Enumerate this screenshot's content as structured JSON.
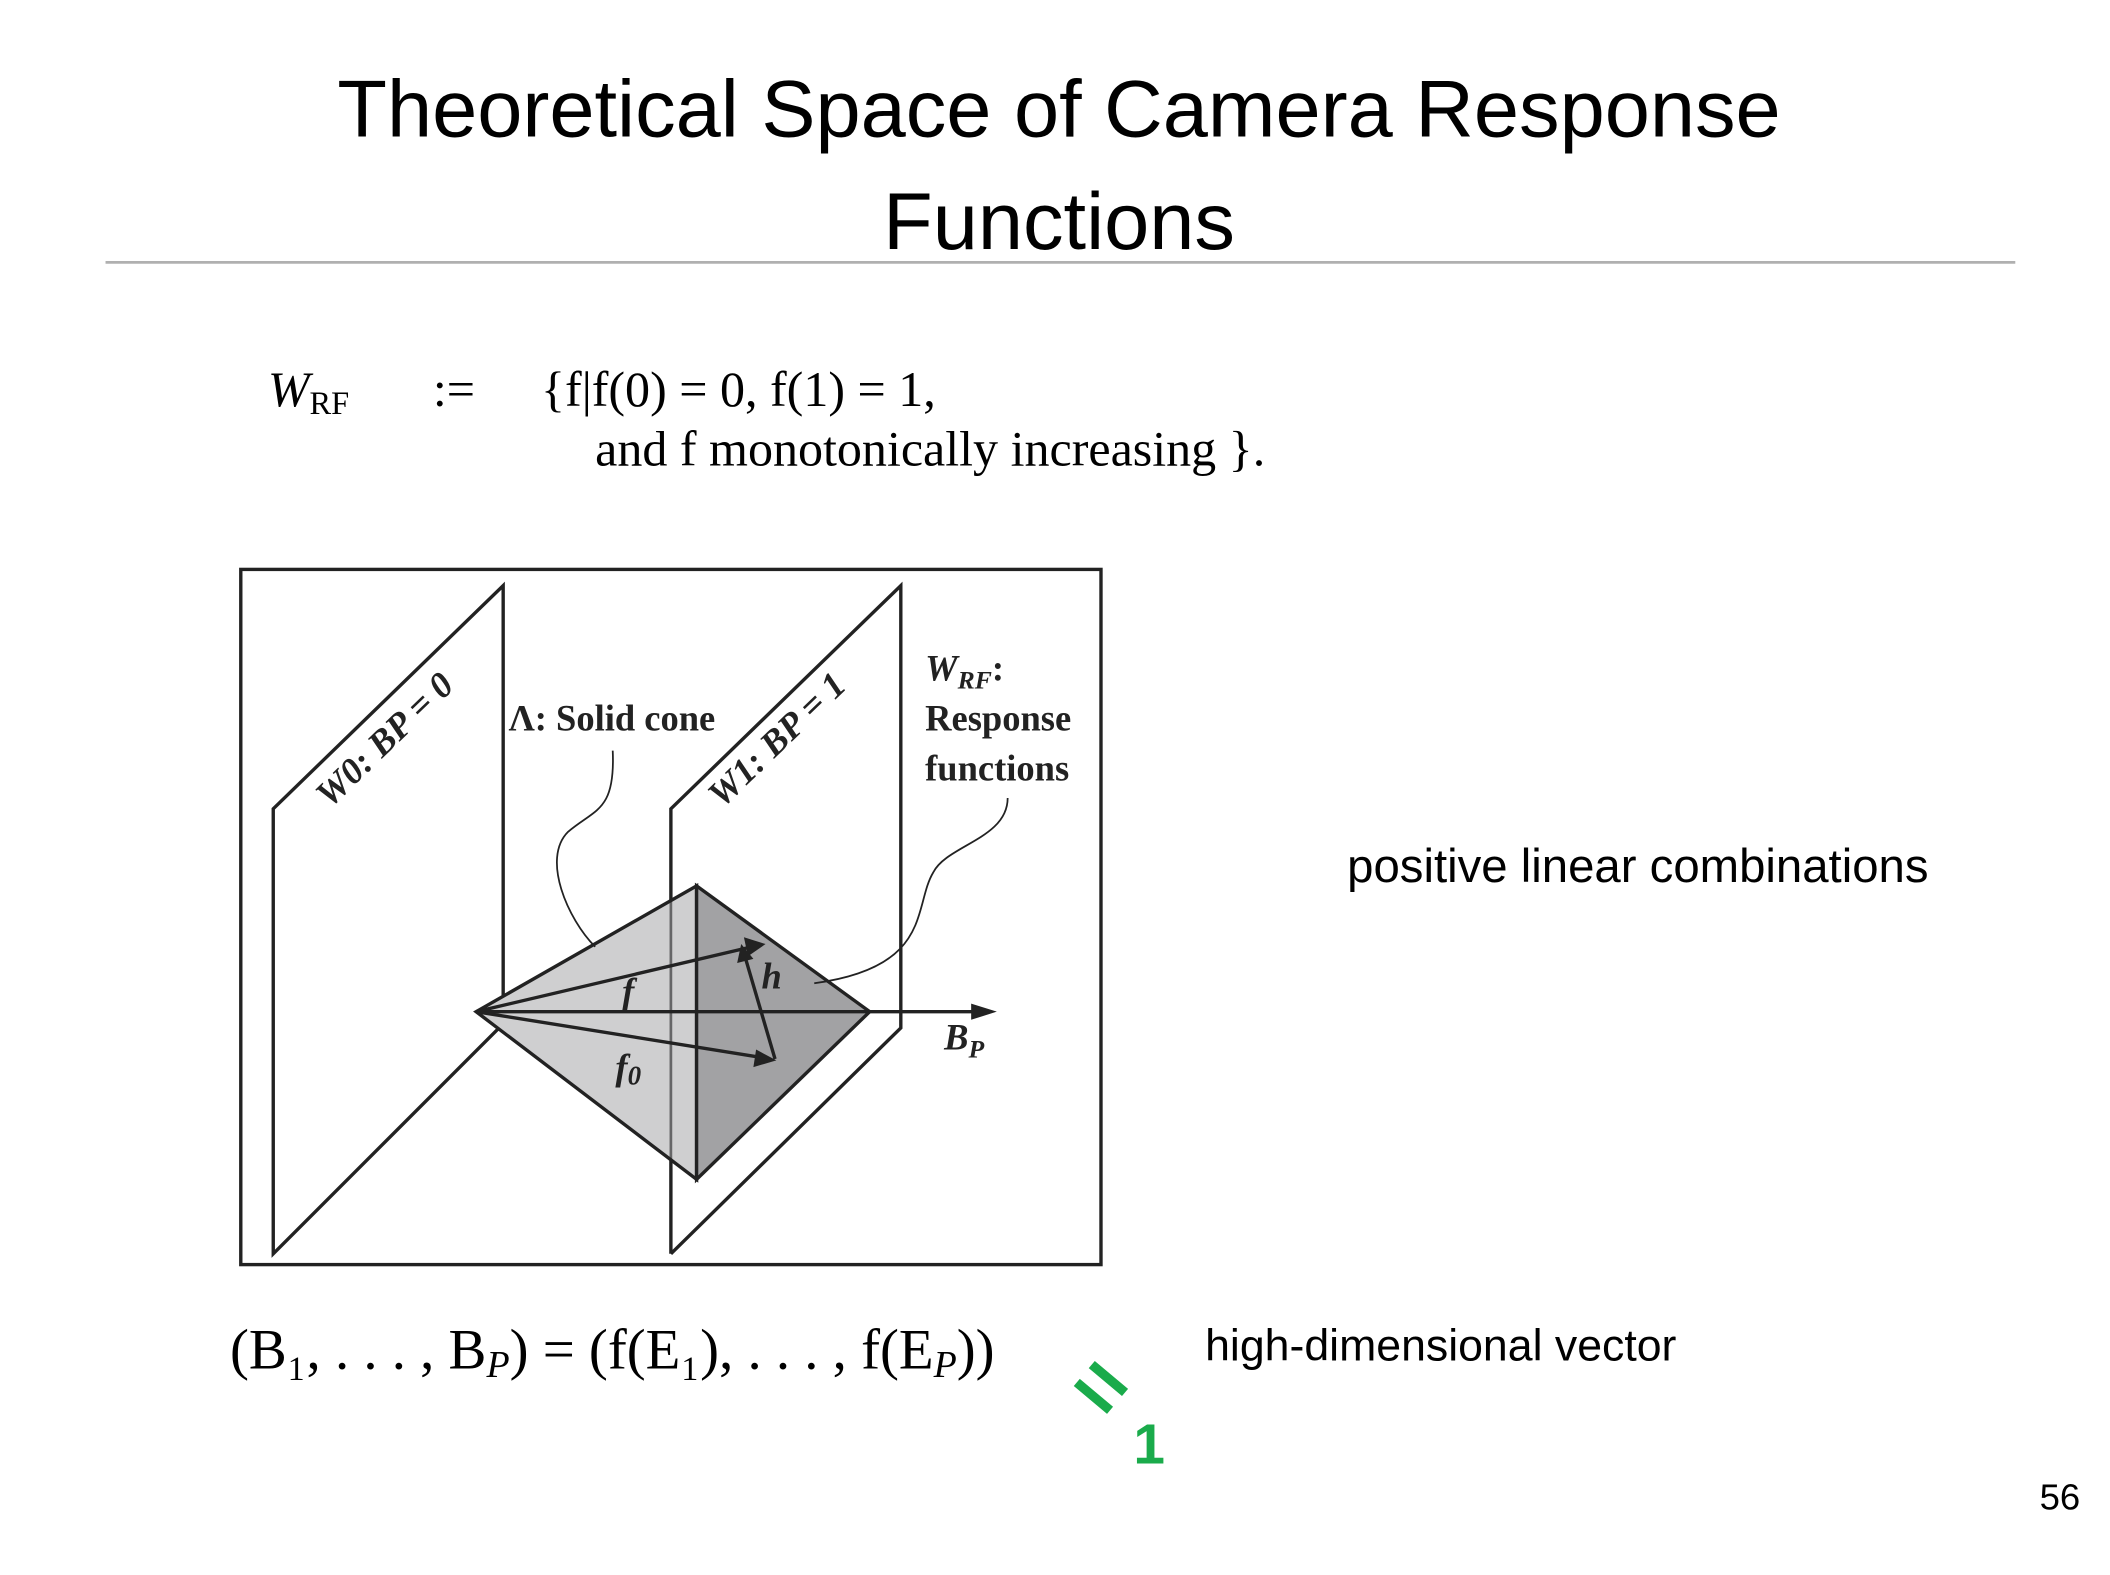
{
  "slide": {
    "title_line1": "Theoretical Space of Camera Response",
    "title_line2": "Functions",
    "page_number": "56"
  },
  "definition": {
    "lhs": "W",
    "lhs_sub": "RF",
    "assign": ":=",
    "line1": "{f|f(0) = 0, f(1) = 1,",
    "line2": "and f monotonically increasing }."
  },
  "diagram": {
    "plane0_label": "W0: BP = 0",
    "plane1_label": "W1: BP = 1",
    "cone_label": "Λ: Solid cone",
    "wrf_label": "W",
    "wrf_sub": "RF",
    "wrf_colon": ":",
    "response_line1": "Response",
    "response_line2": "functions",
    "vector_f": "f",
    "vector_f0": "f",
    "vector_f0_sub": "0",
    "vector_h": "h",
    "axis_label": "B",
    "axis_sub": "P"
  },
  "annotations": {
    "positive": "positive linear combinations",
    "high_dim": "high-dimensional vector",
    "equals_mark": "=",
    "one_mark": "1",
    "accent_color": "#1aab4b"
  },
  "vector_equation": {
    "lhs": "(B₁, . . . , B",
    "lhs_sub": "P",
    "mid": ") = (f(E₁), . . . , f(E",
    "rhs_sub": "P",
    "end": "))"
  }
}
